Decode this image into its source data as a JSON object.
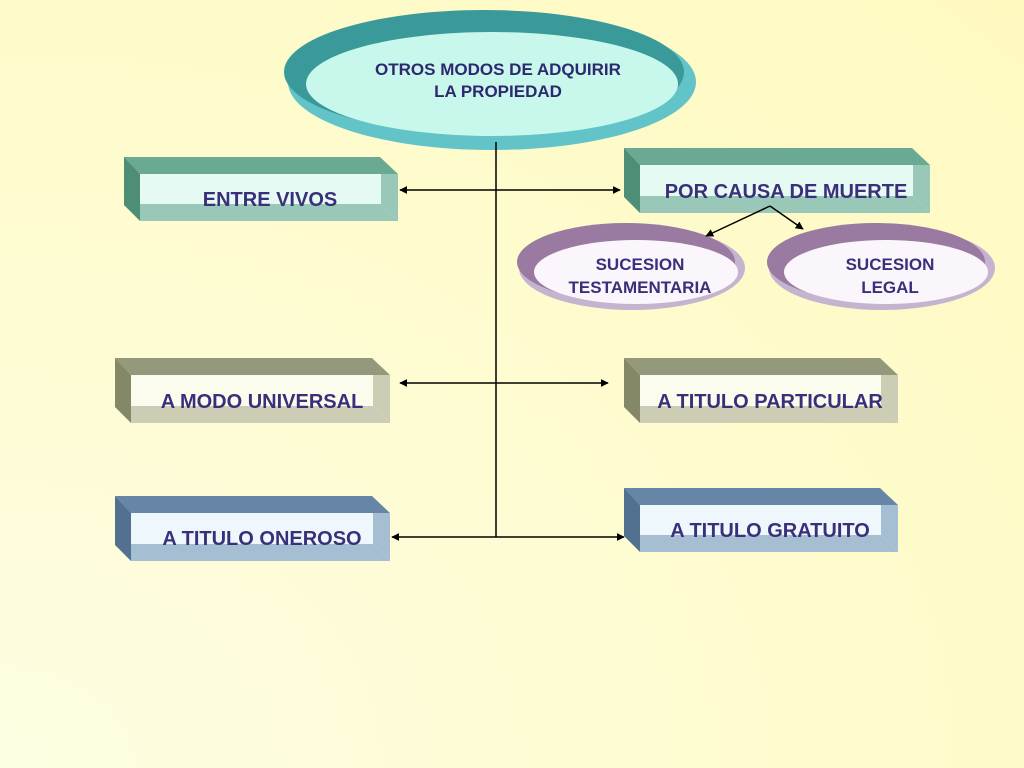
{
  "diagram": {
    "root": {
      "line1": "OTROS MODOS DE ADQUIRIR",
      "line2": "LA PROPIEDAD"
    },
    "left": {
      "entre_vivos": "ENTRE VIVOS",
      "modo_universal": "A MODO UNIVERSAL",
      "titulo_oneroso": "A TITULO ONEROSO"
    },
    "right": {
      "causa_muerte": "POR CAUSA DE MUERTE",
      "titulo_particular": "A TITULO PARTICULAR",
      "titulo_gratuito": "A TITULO GRATUITO"
    },
    "sucesion_testamentaria": {
      "line1": "SUCESION",
      "line2": "TESTAMENTARIA"
    },
    "sucesion_legal": {
      "line1": "SUCESION",
      "line2": "LEGAL"
    }
  },
  "colors": {
    "green_box": "#5e9e86",
    "olive_box": "#8f9478",
    "blue_box": "#5c7b9e",
    "teal_ellipse": "#3a9e9e",
    "purple_ellipse": "#9a7aa0",
    "text": "#3a2f7a"
  }
}
